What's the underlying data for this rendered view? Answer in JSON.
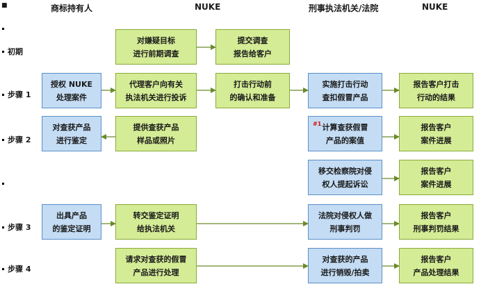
{
  "headers": {
    "bullet": "■",
    "col1": "商标持有人",
    "col2": "NUKE",
    "col3": "刑事执法机关/法院",
    "col4": "NUKE"
  },
  "rows": {
    "initial": "初期",
    "step1": "步骤 1",
    "step2": "步骤 2",
    "step3": "步骤 3",
    "step4": "步骤 4"
  },
  "boxes": {
    "initial_a": "对嫌疑目标\n进行前期调查",
    "initial_b": "提交调查\n报告给客户",
    "s1_owner": "授权 NUKE\n处理案件",
    "s1_nuke": "代理客户向有关\n执法机关进行投诉",
    "s1_confirm": "打击行动前\n的确认和准备",
    "s1_law": "实施打击行动\n查扣假冒产品",
    "s1_report": "报告客户打击\n行动的结果",
    "s2_owner": "对查获产品\n进行鉴定",
    "s2_nuke": "提供查获产品\n样品或照片",
    "s2_law_note": "#1",
    "s2_law": "计算查获假冒\n产品的案值",
    "s2_report": "报告客户\n案件进展",
    "s2b_law": "移交检察院对侵\n权人提起诉讼",
    "s2b_report": "报告客户\n案件进展",
    "s3_owner": "出具产品\n的鉴定证明",
    "s3_nuke": "转交鉴定证明\n给执法机关",
    "s3_law": "法院对侵权人做\n刑事判罚",
    "s3_report": "报告客户\n刑事判罚结果",
    "s4_nuke": "请求对查获的假冒\n产品进行处理",
    "s4_law": "对查获的产品\n进行销毁/拍卖",
    "s4_report": "报告客户\n产品处理结果"
  },
  "colors": {
    "green_fill": "#d4ec95",
    "green_border": "#8aaa3a",
    "blue_fill": "#c4dcf4",
    "blue_border": "#5a8fc8",
    "arrow": "#6a8a2a",
    "note": "#d01010"
  }
}
